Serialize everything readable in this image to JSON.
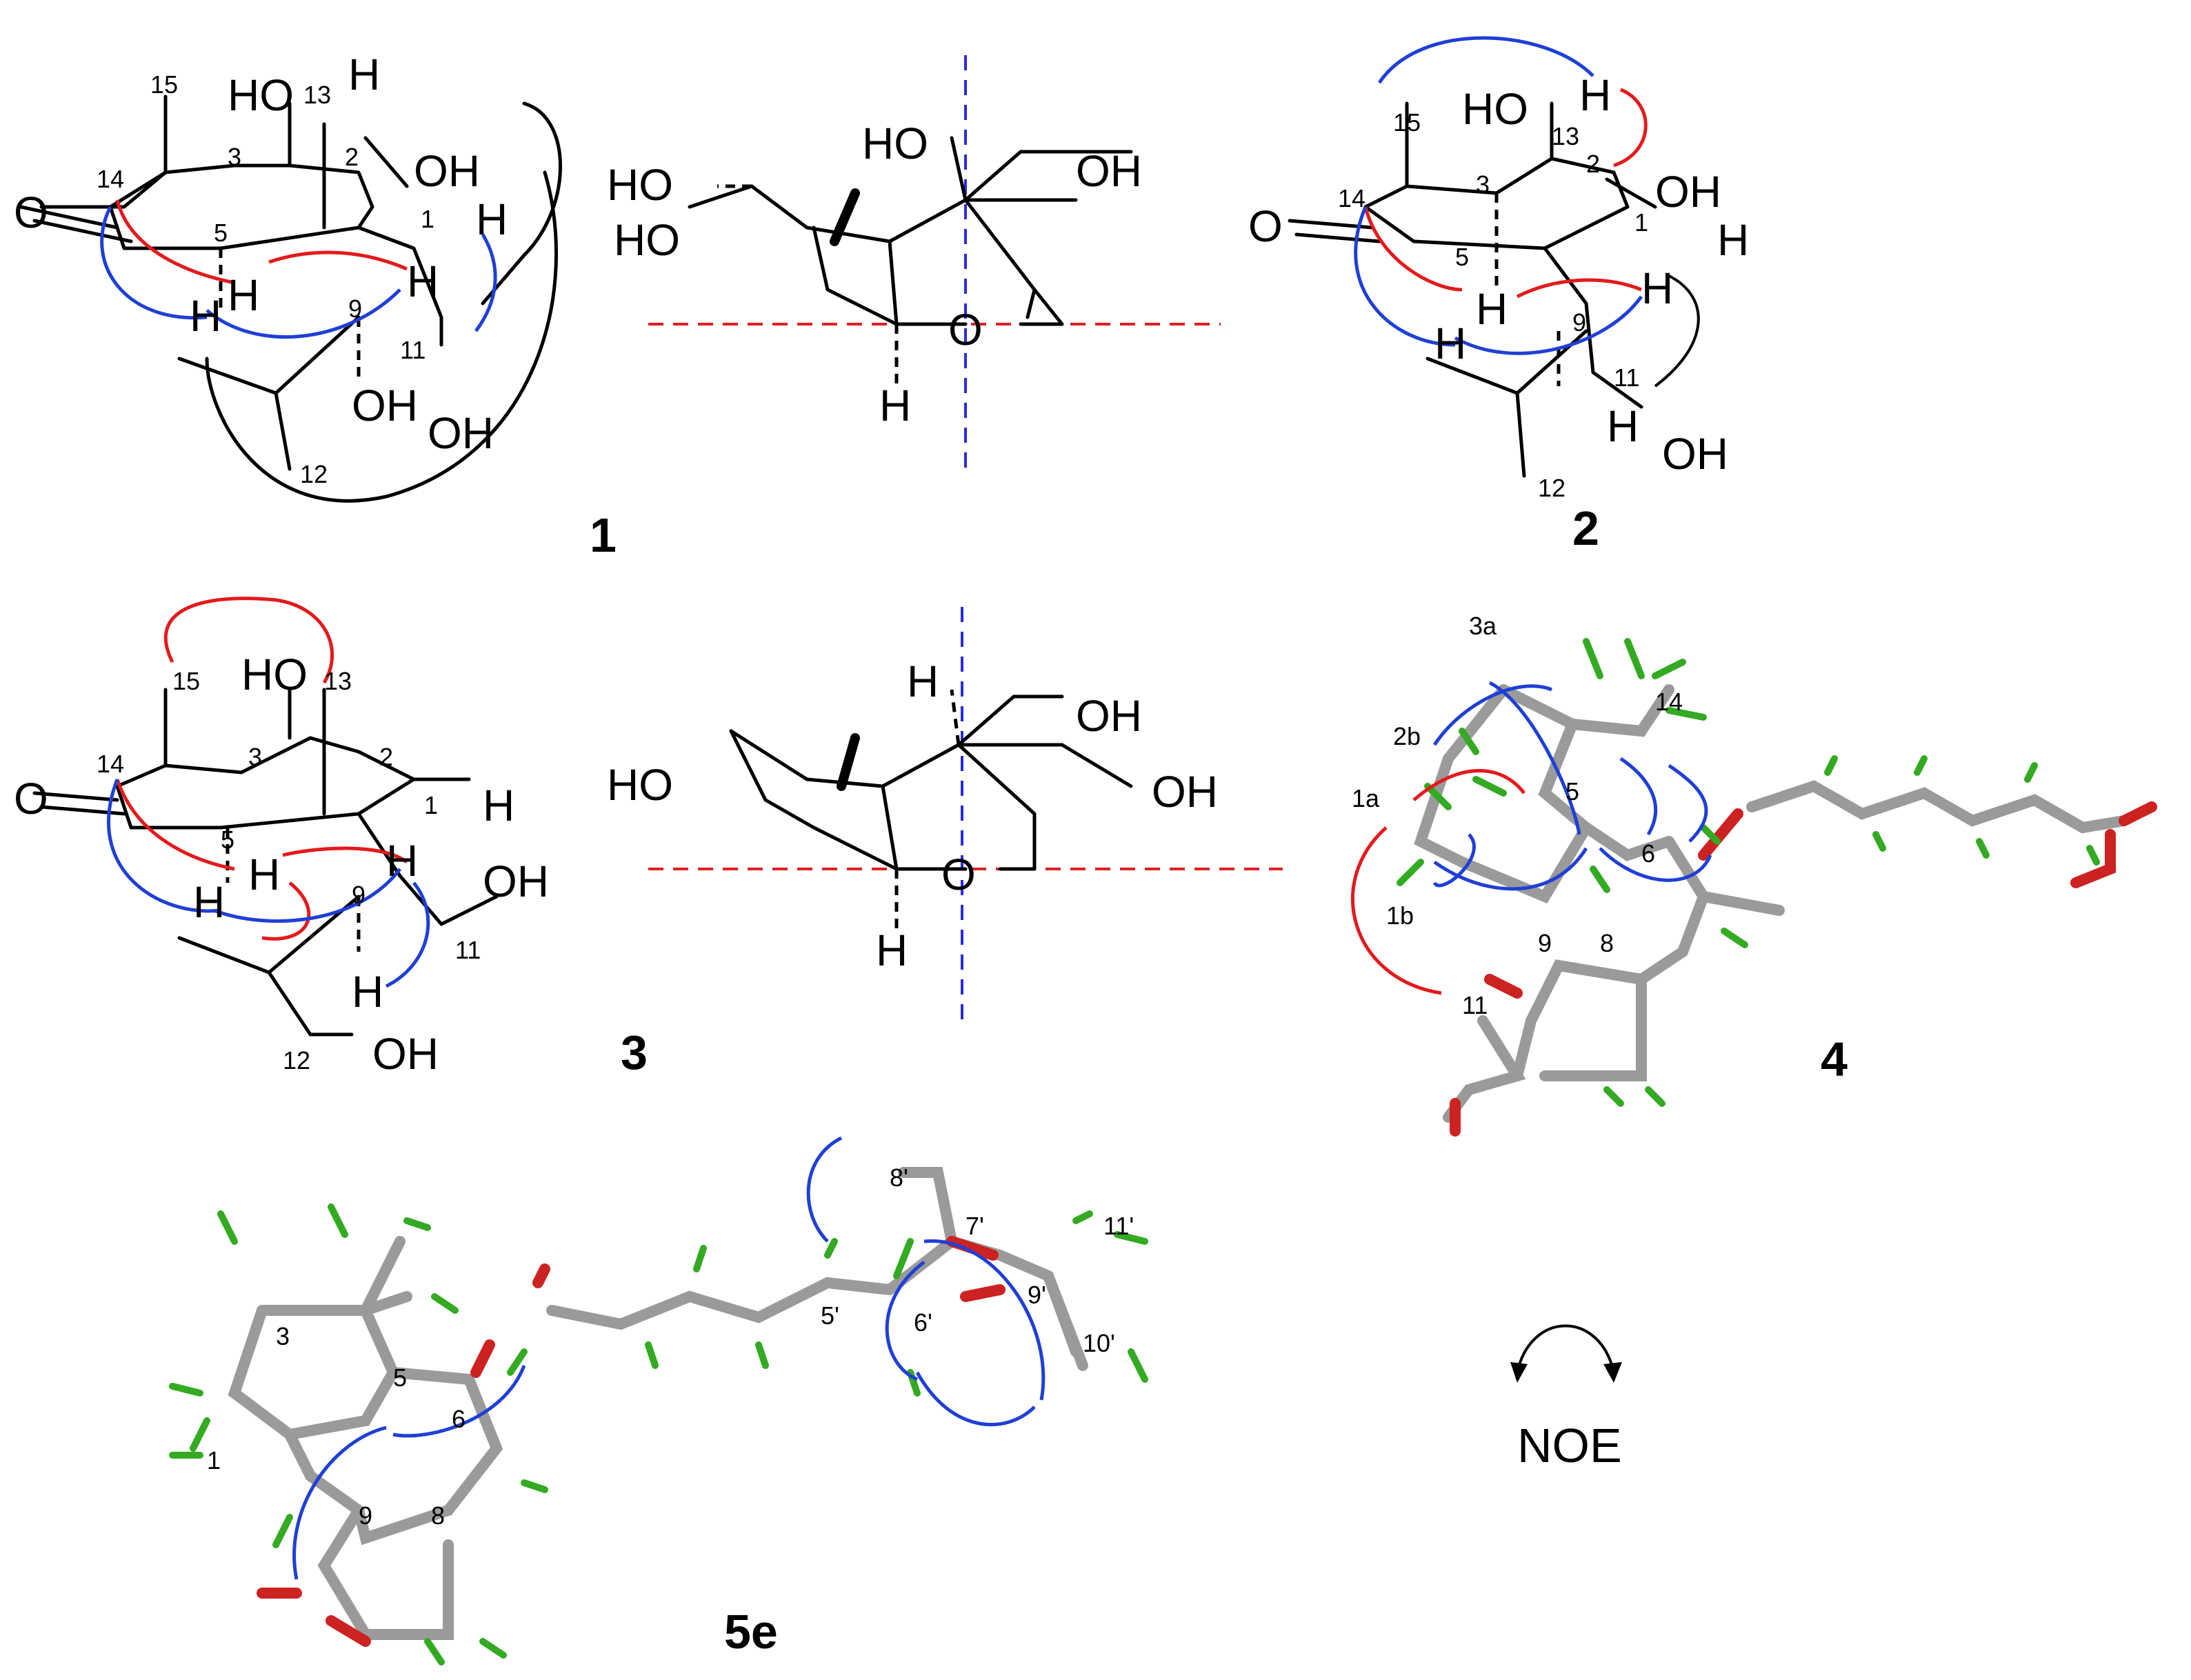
{
  "compounds": {
    "c1": "1",
    "c2": "2",
    "c3": "3",
    "c4": "4",
    "c5": "5e"
  },
  "legend": {
    "noe_label": "NOE"
  },
  "colors": {
    "red_noe": "#e31a1c",
    "blue_noe": "#1f3fd6",
    "hmbc_black": "#000000",
    "axis_blue": "#2a2ae0",
    "axis_red": "#e02020"
  },
  "atoms_1": {
    "a15": "15",
    "a13": "13",
    "a14": "14",
    "a3": "3",
    "a2": "2",
    "a5": "5",
    "a1": "1",
    "a9": "9",
    "a11": "11",
    "a12": "12"
  },
  "atoms_2": {
    "a15": "15",
    "a13": "13",
    "a14": "14",
    "a3": "3",
    "a2": "2",
    "a5": "5",
    "a1": "1",
    "a9": "9",
    "a11": "11",
    "a12": "12"
  },
  "atoms_3": {
    "a15": "15",
    "a13": "13",
    "a14": "14",
    "a3": "3",
    "a2": "2",
    "a5": "5",
    "a1": "1",
    "a9": "9",
    "a11": "11",
    "a12": "12"
  },
  "atoms_4": {
    "a3a": "3a",
    "a2b": "2b",
    "a14": "14",
    "a1a": "1a",
    "a5": "5",
    "a6": "6",
    "a1b": "1b",
    "a9": "9",
    "a8": "8",
    "a11": "11"
  },
  "atoms_5e": {
    "a8p": "8'",
    "a7p": "7'",
    "a11p": "11'",
    "a5p": "5'",
    "a6p": "6'",
    "a9p": "9'",
    "a10p": "10'",
    "a3": "3",
    "a5": "5",
    "a6": "6",
    "a1": "1",
    "a9": "9",
    "a8": "8"
  },
  "groups": {
    "H": "H",
    "HO": "HO",
    "OH": "OH",
    "O": "O",
    "OH_wedge": "OH",
    "HO_hash": "HO",
    "HOsub": "HO"
  }
}
